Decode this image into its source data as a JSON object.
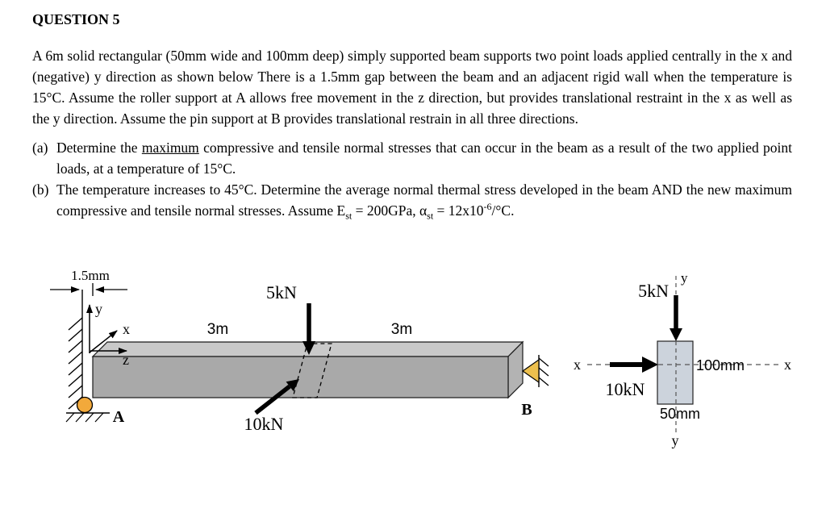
{
  "title": "QUESTION 5",
  "intro": "A 6m solid rectangular (50mm wide and 100mm deep) simply supported beam supports two point loads applied centrally in the x and (negative) y direction as shown below  There is a 1.5mm gap between the beam and an adjacent rigid wall when the temperature is 15°C.  Assume the roller support at A allows free movement in the z direction, but provides translational restraint in the x as well as the y direction.  Assume the pin support at B provides translational restrain in all three directions.",
  "parts": {
    "a": {
      "marker": "(a)",
      "text_before": "Determine the ",
      "underlined": "maximum",
      "text_after": " compressive and tensile normal stresses that can occur in the beam as a result of the two applied point loads, at a temperature of 15°C."
    },
    "b": {
      "marker": "(b)",
      "text_1": "The temperature increases to 45°C.  Determine the average normal thermal stress developed in the beam AND the new maximum compressive and tensile normal stresses.    Assume E",
      "sub_1": "st",
      "text_2": " = 200GPa, α",
      "sub_2": "st",
      "text_3": " = 12x10",
      "sup_1": "-6",
      "text_4": "/°C."
    }
  },
  "figure": {
    "beam": {
      "gap_label": "1.5mm",
      "axis_y": "y",
      "axis_x": "x",
      "axis_z": "z",
      "span_left": "3m",
      "span_right": "3m",
      "load_vertical": "5kN",
      "load_inclined": "10kN",
      "support_left": "A",
      "support_right": "B"
    },
    "section": {
      "load_vertical": "5kN",
      "load_horizontal": "10kN",
      "axis_x_left": "x",
      "axis_x_right": "x",
      "axis_y_top": "y",
      "axis_y_bottom": "y",
      "dim_depth": "100mm",
      "dim_width": "50mm"
    },
    "colors": {
      "beam_front": "#a9a9a9",
      "beam_top": "#c9c9c9",
      "beam_side": "#b3b3b3",
      "support_roller": "#f2a93b",
      "support_pin": "#edc04e",
      "section_fill": "#ccd3dc"
    }
  }
}
